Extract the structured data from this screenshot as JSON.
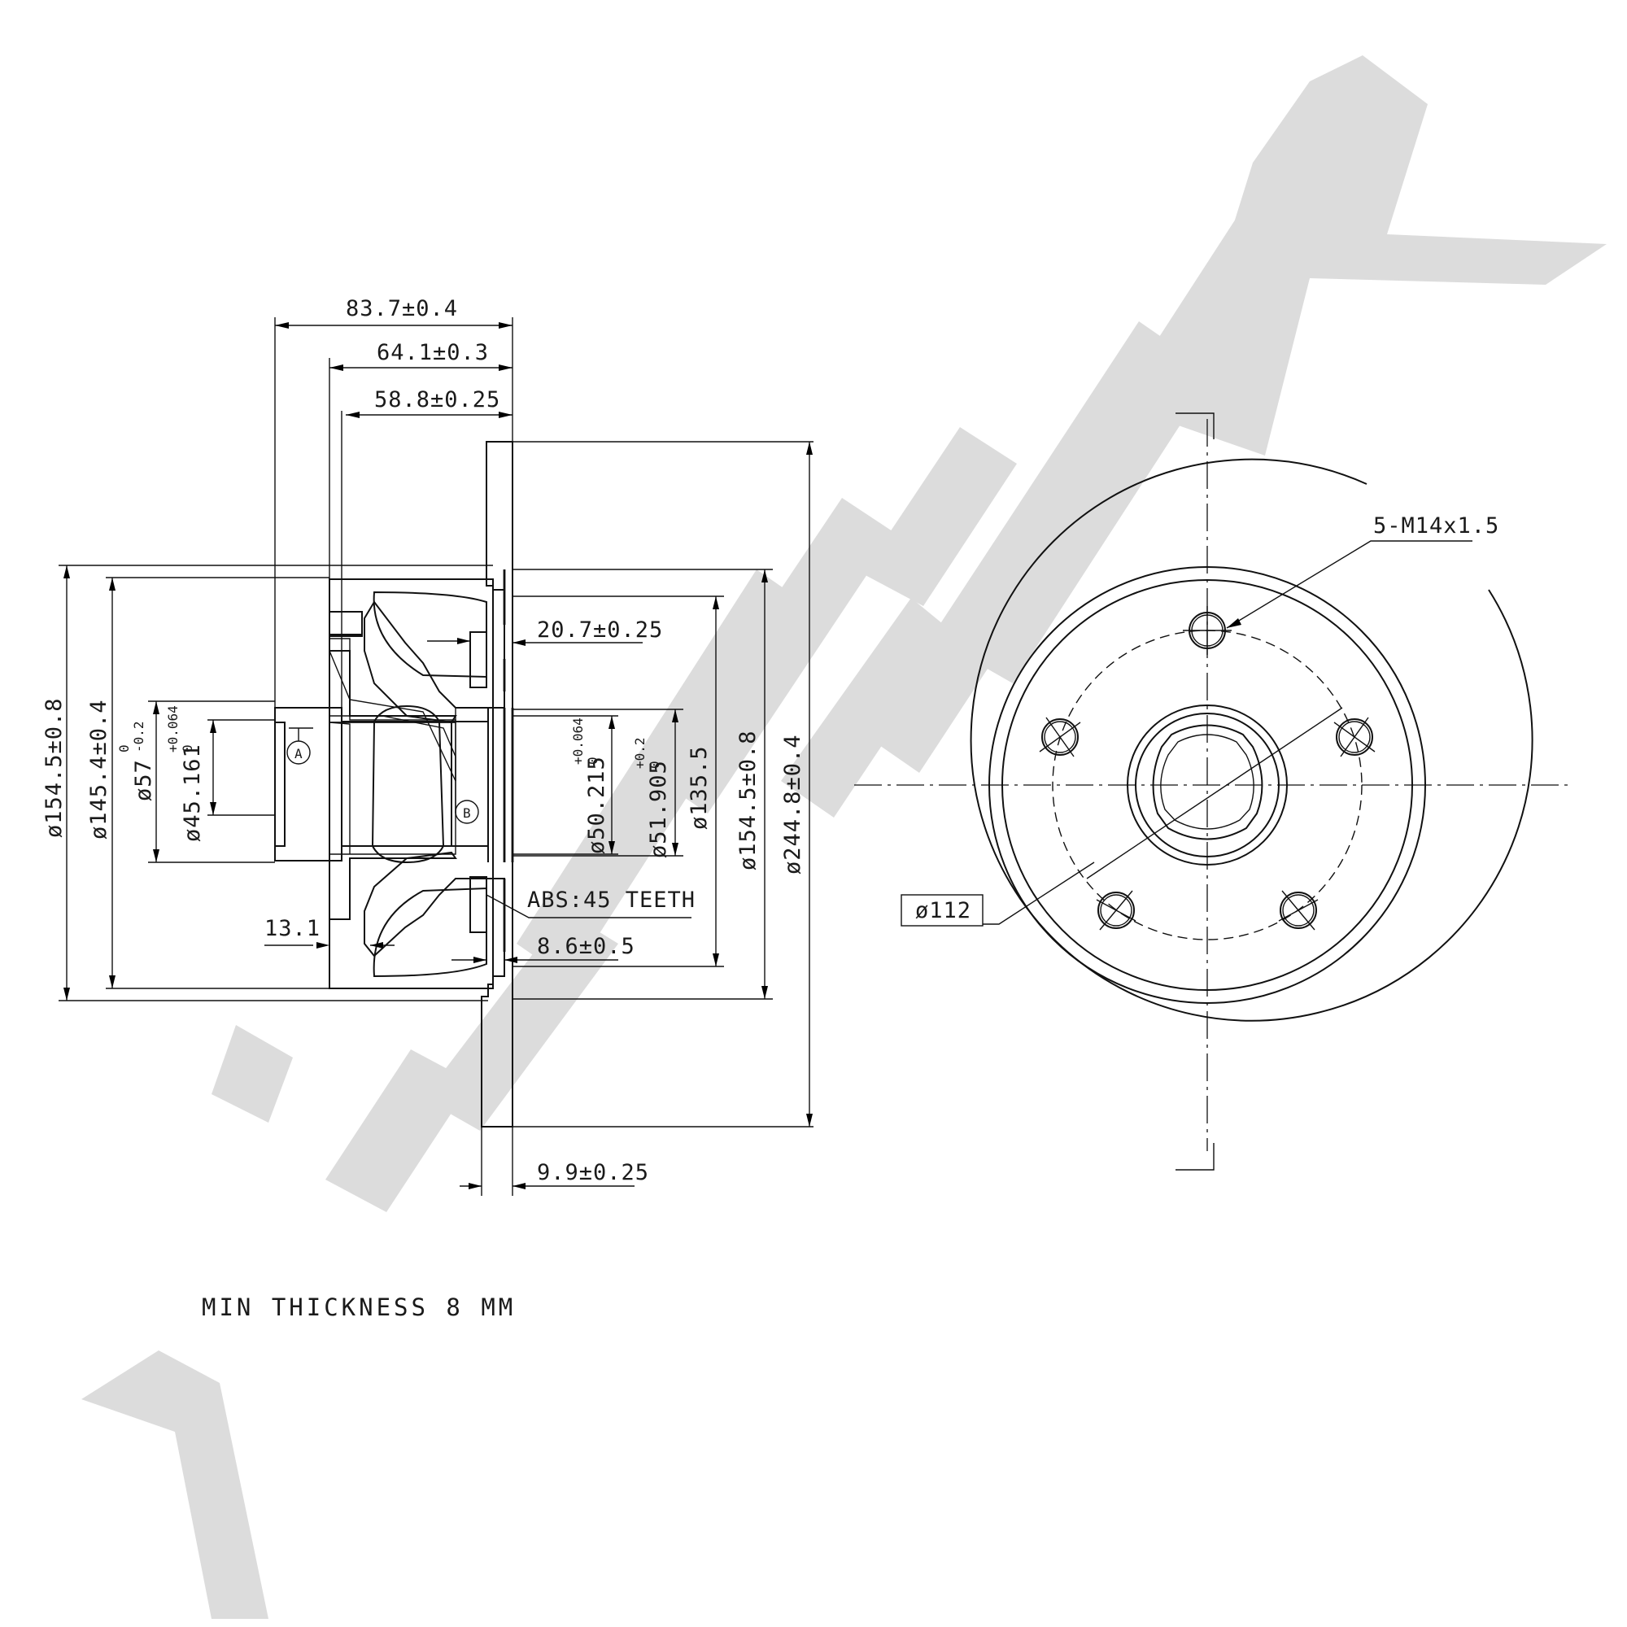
{
  "title_block": {
    "min_thickness_note": "MIN THICKNESS 8 MM"
  },
  "section_view": {
    "dimensions": {
      "overall_depth": "83.7±0.4",
      "hub_depth": "64.1±0.3",
      "bore_depth": "58.8±0.25",
      "abs_ring_offset": "20.7±0.25",
      "abs_ring_width": "8.6±0.5",
      "flange_step": "13.1",
      "disc_thickness": "9.9±0.25",
      "abs_teeth_note": "ABS:45 TEETH",
      "dia_outer_hub": "ø154.5±0.8",
      "dia_hub_inner": "ø145.4±0.4",
      "dia_57": "ø57",
      "dia_57_tol_upper": "0",
      "dia_57_tol_lower": "-0.2",
      "dia_45": "ø45.161",
      "dia_45_tol_upper": "+0.064",
      "dia_45_tol_lower": "0",
      "dia_50": "ø50.215",
      "dia_50_tol_upper": "+0.064",
      "dia_50_tol_lower": "0",
      "dia_51": "ø51.905",
      "dia_51_tol_upper": "+0.2",
      "dia_51_tol_lower": "0",
      "dia_135": "ø135.5",
      "dia_154_right": "ø154.5±0.8",
      "dia_disc": "ø244.8±0.4"
    },
    "datum_a": "A",
    "datum_b": "B"
  },
  "front_view": {
    "bolt_callout": "5-M14x1.5",
    "pcd_callout": "ø112",
    "bolt_count": 5
  },
  "watermark": {
    "color": "#dcdcdc"
  }
}
